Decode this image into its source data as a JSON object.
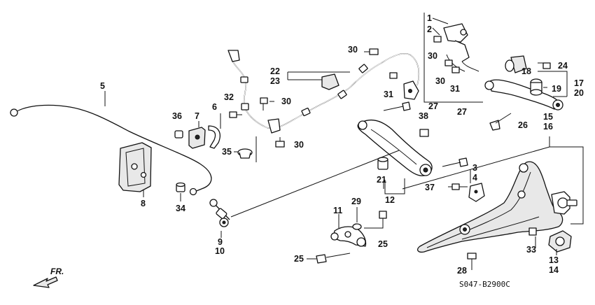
{
  "diagram": {
    "code": "S047-B2900C",
    "direction": "FR."
  },
  "callouts": [
    {
      "id": "1",
      "text": "1"
    },
    {
      "id": "2",
      "text": "2"
    },
    {
      "id": "3",
      "text": "3"
    },
    {
      "id": "4",
      "text": "4"
    },
    {
      "id": "5",
      "text": "5"
    },
    {
      "id": "6",
      "text": "6"
    },
    {
      "id": "7",
      "text": "7"
    },
    {
      "id": "8",
      "text": "8"
    },
    {
      "id": "9",
      "text": "9"
    },
    {
      "id": "10",
      "text": "10"
    },
    {
      "id": "11",
      "text": "11"
    },
    {
      "id": "12",
      "text": "12"
    },
    {
      "id": "13",
      "text": "13"
    },
    {
      "id": "14",
      "text": "14"
    },
    {
      "id": "15",
      "text": "15"
    },
    {
      "id": "16",
      "text": "16"
    },
    {
      "id": "17",
      "text": "17"
    },
    {
      "id": "18",
      "text": "18"
    },
    {
      "id": "19",
      "text": "19"
    },
    {
      "id": "20",
      "text": "20"
    },
    {
      "id": "21",
      "text": "21"
    },
    {
      "id": "22",
      "text": "22"
    },
    {
      "id": "23",
      "text": "23"
    },
    {
      "id": "24",
      "text": "24"
    },
    {
      "id": "25a",
      "text": "25"
    },
    {
      "id": "25b",
      "text": "25"
    },
    {
      "id": "26",
      "text": "26"
    },
    {
      "id": "27a",
      "text": "27"
    },
    {
      "id": "27b",
      "text": "27"
    },
    {
      "id": "28",
      "text": "28"
    },
    {
      "id": "29",
      "text": "29"
    },
    {
      "id": "30a",
      "text": "30"
    },
    {
      "id": "30b",
      "text": "30"
    },
    {
      "id": "30c",
      "text": "30"
    },
    {
      "id": "30d",
      "text": "30"
    },
    {
      "id": "30e",
      "text": "30"
    },
    {
      "id": "31a",
      "text": "31"
    },
    {
      "id": "31b",
      "text": "31"
    },
    {
      "id": "32",
      "text": "32"
    },
    {
      "id": "33",
      "text": "33"
    },
    {
      "id": "34",
      "text": "34"
    },
    {
      "id": "35",
      "text": "35"
    },
    {
      "id": "36",
      "text": "36"
    },
    {
      "id": "37",
      "text": "37"
    },
    {
      "id": "38",
      "text": "38"
    }
  ]
}
